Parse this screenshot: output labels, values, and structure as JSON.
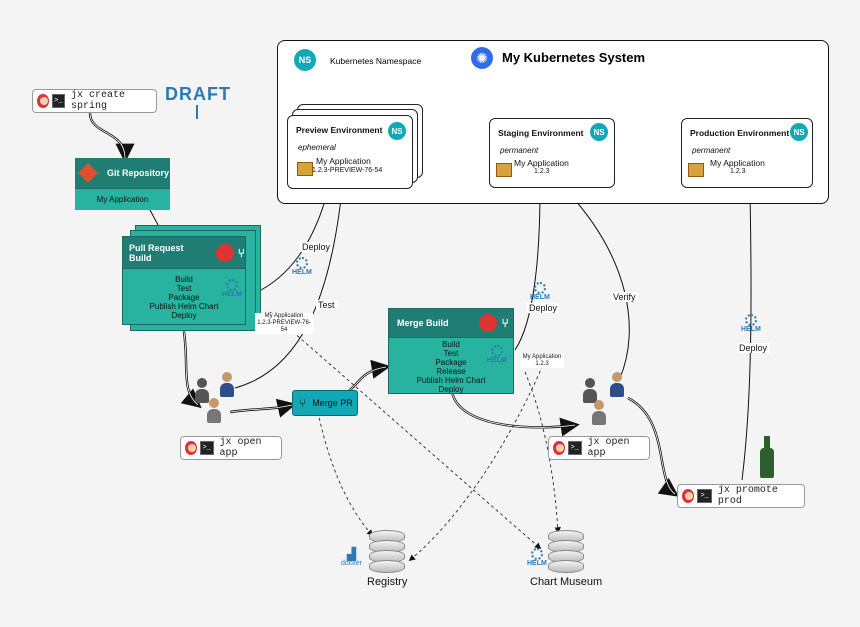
{
  "cli": {
    "create_spring": "jx create spring",
    "open_app_left": "jx open app",
    "open_app_right": "jx open app",
    "promote_prod": "jx promote prod"
  },
  "draft_logo": "DRAFT",
  "git_repo": {
    "title": "Git Repository",
    "item": "My Application"
  },
  "pr_build": {
    "title": "Pull Request Build",
    "steps": [
      "Build",
      "Test",
      "Package",
      "Publish Helm Chart",
      "Deploy"
    ]
  },
  "pr_chart_label": {
    "line1": "My Application",
    "line2": "1.2.3-PREVIEW-76-54"
  },
  "merge_build": {
    "title": "Merge Build",
    "steps": [
      "Build",
      "Test",
      "Package",
      "Release",
      "Publish Helm Chart",
      "Deploy"
    ]
  },
  "merge_chart_label": {
    "line1": "My Application",
    "line2": "1.2.3"
  },
  "merge_pr": "Merge PR",
  "system": {
    "title": "My Kubernetes System",
    "ns_legend": "Kubernetes Namespace",
    "ns_badge": "NS"
  },
  "environments": {
    "preview": {
      "title": "Preview Environment",
      "kind": "ephemeral",
      "app": "My Application",
      "version": "1.2.3-PREVIEW-76-54"
    },
    "staging": {
      "title": "Staging Environment",
      "kind": "permanent",
      "app": "My Application",
      "version": "1.2.3"
    },
    "production": {
      "title": "Production Environment",
      "kind": "permanent",
      "app": "My Application",
      "version": "1.2.3"
    }
  },
  "edge_labels": {
    "deploy_preview": "Deploy",
    "test": "Test",
    "deploy_staging": "Deploy",
    "verify": "Verify",
    "deploy_prod": "Deploy"
  },
  "helm_label": "HELM",
  "docker_label": "docker",
  "stores": {
    "registry": "Registry",
    "chart_museum": "Chart Museum"
  },
  "colors": {
    "teal_dark": "#1f7d73",
    "teal": "#28b3a0",
    "ns": "#12a8b5",
    "helm": "#2a7ab5"
  }
}
